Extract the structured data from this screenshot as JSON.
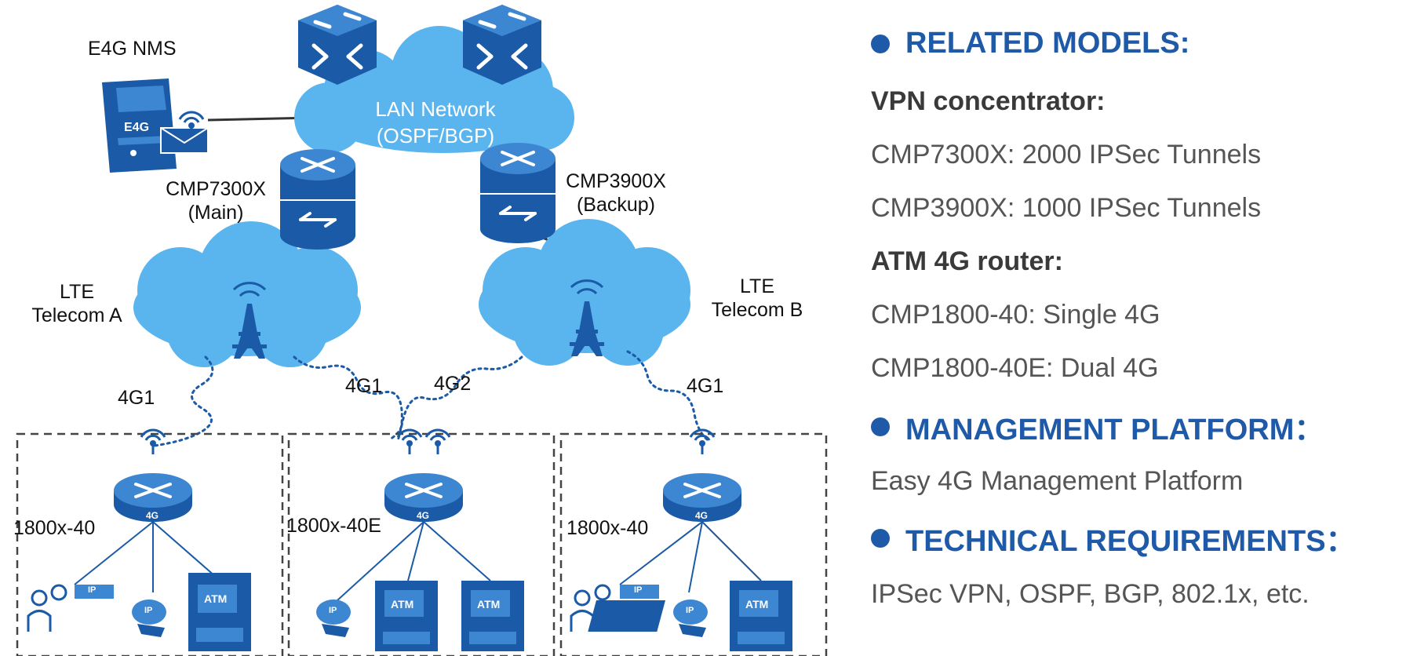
{
  "diagram": {
    "nms_label": "E4G NMS",
    "nms_icon_text": "E4G",
    "lan_label_line1": "LAN Network",
    "lan_label_line2": "(OSPF/BGP)",
    "main_router_line1": "CMP7300X",
    "main_router_line2": "(Main)",
    "backup_router_line1": "CMP3900X",
    "backup_router_line2": "(Backup)",
    "lte_a_line1": "LTE",
    "lte_a_line2": "Telecom A",
    "lte_b_line1": "LTE",
    "lte_b_line2": "Telecom B",
    "link_labels": [
      "4G1",
      "4G1",
      "4G2",
      "4G1"
    ],
    "branches": [
      {
        "label": "1800x-40",
        "router_tag": "4G",
        "devices": [
          "phone",
          "ip-camera",
          "atm"
        ]
      },
      {
        "label": "1800x-40E",
        "router_tag": "4G",
        "devices": [
          "ip-camera",
          "atm",
          "atm"
        ]
      },
      {
        "label": "1800x-40",
        "router_tag": "4G",
        "devices": [
          "phone",
          "ip-camera",
          "atm"
        ]
      }
    ],
    "atm_text": "ATM",
    "ip_text": "IP"
  },
  "panel": {
    "related_heading": "RELATED MODELS:",
    "vpn_heading": "VPN concentrator:",
    "vpn_items": [
      "CMP7300X: 2000 IPSec Tunnels",
      "CMP3900X: 1000 IPSec Tunnels"
    ],
    "atm_heading": "ATM 4G router:",
    "atm_items": [
      "CMP1800-40: Single 4G",
      "CMP1800-40E: Dual 4G"
    ],
    "mgmt_heading": "MANAGEMENT PLATFORM：",
    "mgmt_items": [
      "Easy 4G Management Platform"
    ],
    "tech_heading": "TECHNICAL REQUIREMENTS：",
    "tech_items": [
      "IPSec VPN, OSPF, BGP, 802.1x, etc."
    ]
  },
  "colors": {
    "accent": "#1f5aa8",
    "cloud": "#5ab4ee",
    "device": "#1a5aa6",
    "device_light": "#3d86d1"
  }
}
